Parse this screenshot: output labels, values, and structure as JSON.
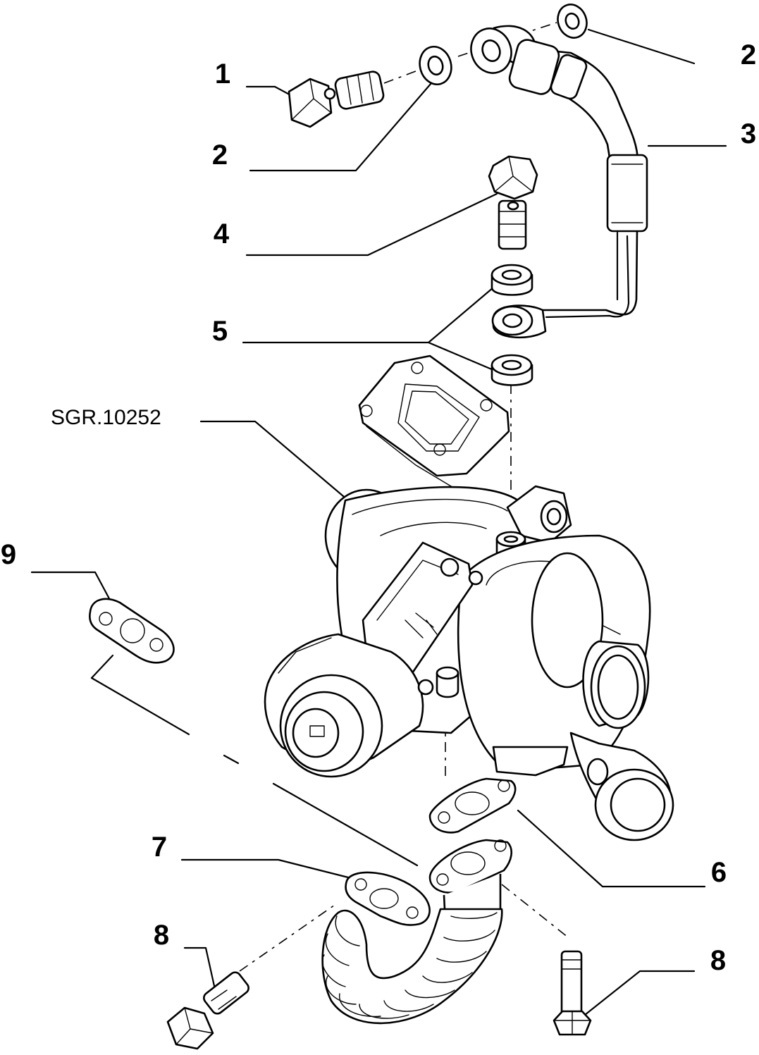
{
  "drawing_ref": "SGR.10252",
  "callouts": [
    {
      "id": "c1",
      "label": "1"
    },
    {
      "id": "c2a",
      "label": "2"
    },
    {
      "id": "c2b",
      "label": "2"
    },
    {
      "id": "c3",
      "label": "3"
    },
    {
      "id": "c4",
      "label": "4"
    },
    {
      "id": "c5",
      "label": "5"
    },
    {
      "id": "c6",
      "label": "6"
    },
    {
      "id": "c7",
      "label": "7"
    },
    {
      "id": "c8a",
      "label": "8"
    },
    {
      "id": "c8b",
      "label": "8"
    },
    {
      "id": "c9",
      "label": "9"
    }
  ]
}
